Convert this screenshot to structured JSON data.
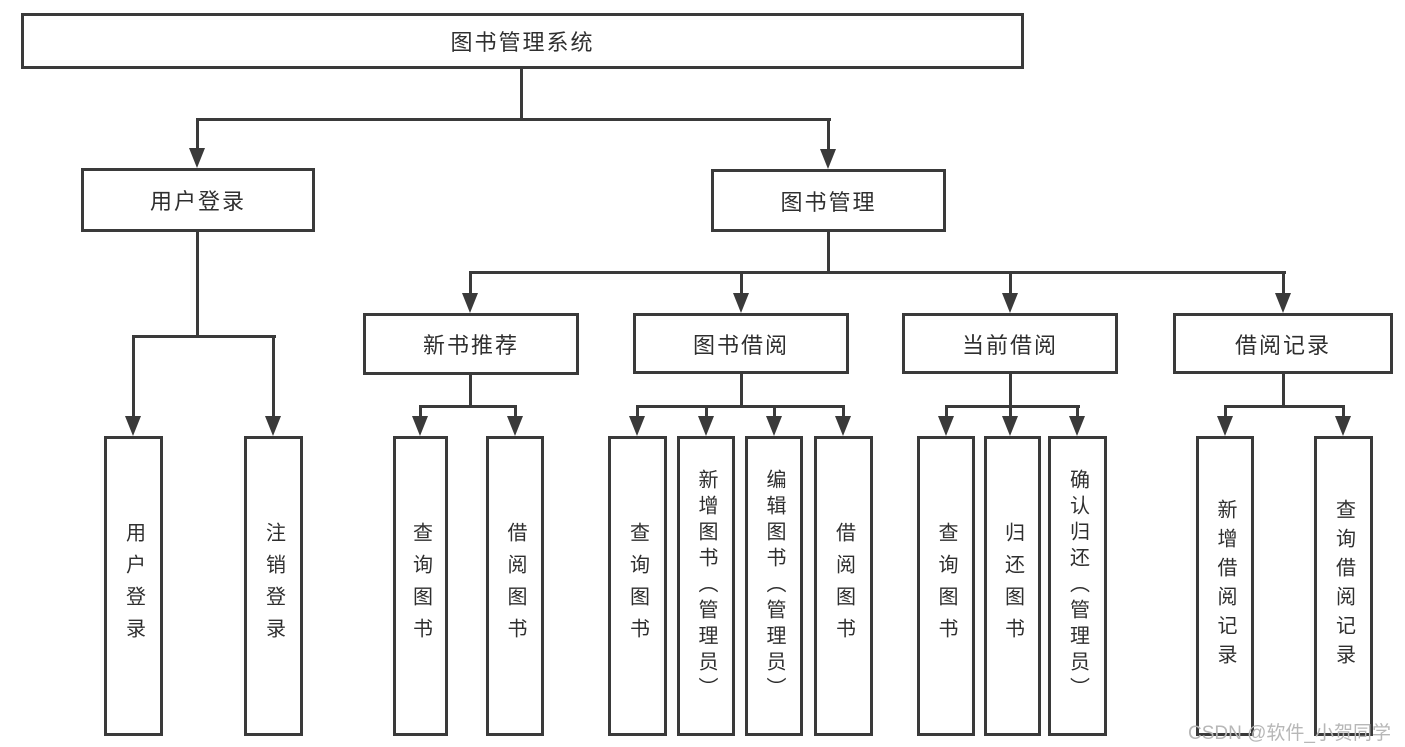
{
  "diagram": {
    "root": {
      "label": "图书管理系统"
    },
    "level1": [
      {
        "label": "用户登录"
      },
      {
        "label": "图书管理"
      }
    ],
    "level2": [
      {
        "label": "新书推荐"
      },
      {
        "label": "图书借阅"
      },
      {
        "label": "当前借阅"
      },
      {
        "label": "借阅记录"
      }
    ],
    "leaves": {
      "user_login": [
        "用户登录",
        "注销登录"
      ],
      "new_book": [
        "查询图书",
        "借阅图书"
      ],
      "book_borrow": [
        "查询图书",
        "新增图书（管理员）",
        "编辑图书（管理员）",
        "借阅图书"
      ],
      "current_borrow": [
        "查询图书",
        "归还图书",
        "确认归还（管理员）"
      ],
      "borrow_record": [
        "新增借阅记录",
        "查询借阅记录"
      ]
    }
  },
  "watermark": {
    "text": "CSDN @软件_小贺同学"
  },
  "colors": {
    "line": "#3a3a3a",
    "text": "#2f2f2f",
    "watermark": "#b7b7b7",
    "background": "#ffffff"
  }
}
